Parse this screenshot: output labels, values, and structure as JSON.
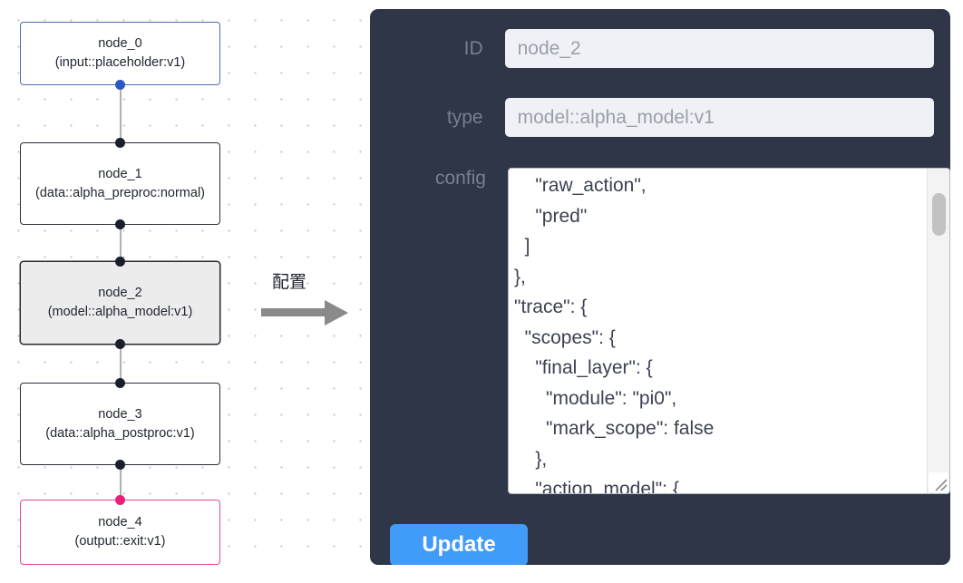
{
  "graph": {
    "nodes": [
      {
        "id": "node_0",
        "title": "node_0",
        "subtitle": "(input::placeholder:v1)",
        "kind": "input",
        "selected": false
      },
      {
        "id": "node_1",
        "title": "node_1",
        "subtitle": "(data::alpha_preproc:normal)",
        "kind": "default",
        "selected": false
      },
      {
        "id": "node_2",
        "title": "node_2",
        "subtitle": "(model::alpha_model:v1)",
        "kind": "default",
        "selected": true
      },
      {
        "id": "node_3",
        "title": "node_3",
        "subtitle": "(data::alpha_postproc:v1)",
        "kind": "default",
        "selected": false
      },
      {
        "id": "node_4",
        "title": "node_4",
        "subtitle": "(output::exit:v1)",
        "kind": "output",
        "selected": false
      }
    ],
    "colors": {
      "input_border": "#4a6fb5",
      "output_border": "#e0469c",
      "default_border": "#2a2f3a",
      "selected_fill": "#ececec",
      "handle": "#1a1f2c",
      "handle_input": "#2b56c4",
      "handle_output": "#ed1e79",
      "edge": "#b0b0b0"
    }
  },
  "arrow": {
    "label": "配置",
    "icon": "arrow-right-icon",
    "color": "#8a8a8a"
  },
  "panel": {
    "background": "#2e3647",
    "fields": [
      {
        "key": "id",
        "label": "ID",
        "value": "node_2"
      },
      {
        "key": "type",
        "label": "type",
        "value": "model::alpha_model:v1"
      }
    ],
    "config": {
      "label": "config",
      "value": "    \"raw_action\",\n    \"pred\"\n  ]\n},\n\"trace\": {\n  \"scopes\": {\n    \"final_layer\": {\n      \"module\": \"pi0\",\n      \"mark_scope\": false\n    },\n    \"action_model\": {",
      "scrollbar": "vertical-scrollbar",
      "resize_handle": "resize-grip-icon"
    },
    "update_button": {
      "label": "Update",
      "color": "#419bf9"
    }
  }
}
